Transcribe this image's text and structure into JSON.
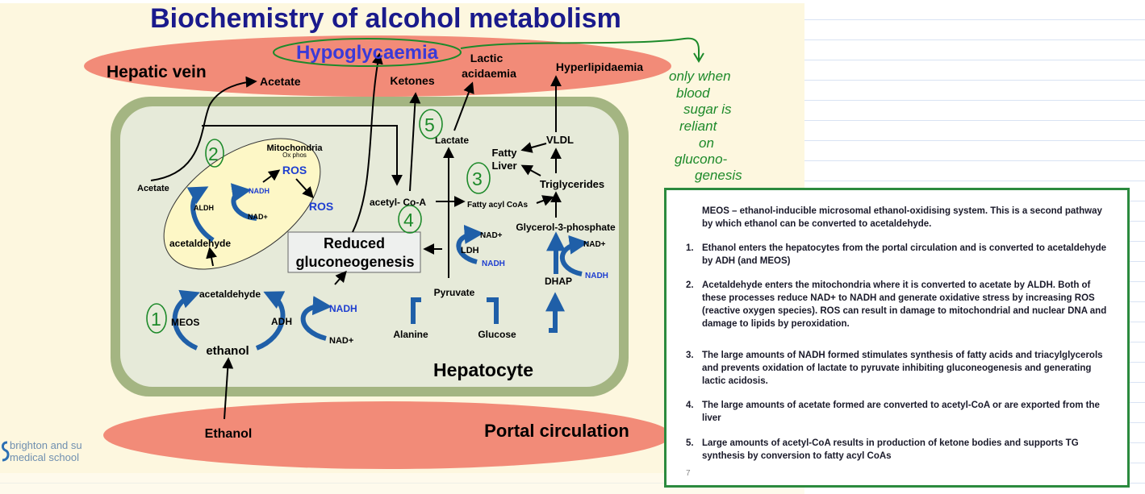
{
  "slide": {
    "title": "Biochemistry of alcohol metabolism",
    "labels": {
      "hepatic_vein": "Hepatic vein",
      "hypoglycaemia": "Hypoglycaemia",
      "lactic_1": "Lactic",
      "lactic_2": "acidaemia",
      "hyperlipidaemia": "Hyperlipidaemia",
      "acetate_top": "Acetate",
      "ketones": "Ketones",
      "mitochondria": "Mitochondria",
      "ox_phos": "Ox phos",
      "ros_1": "ROS",
      "ros_2": "ROS",
      "nadh_mito": "NADH",
      "nad_mito": "NAD+",
      "aldh": "ALDH",
      "acetate_left": "Acetate",
      "acetaldehyde_mito": "acetaldehyde",
      "acetyl_coa": "acetyl- Co-A",
      "fatty_acyl_coas": "Fatty acyl CoAs",
      "lactate": "Lactate",
      "fatty_liver_1": "Fatty",
      "fatty_liver_2": "Liver",
      "vldl": "VLDL",
      "triglycerides": "Triglycerides",
      "glycerol_3p": "Glycerol-3-phosphate",
      "reduced_1": "Reduced",
      "reduced_2": "gluconeogenesis",
      "nad_ldh": "NAD+",
      "ldh": "LDH",
      "nadh_ldh": "NADH",
      "nad_dhap": "NAD+",
      "nadh_dhap": "NADH",
      "dhap": "DHAP",
      "pyruvate": "Pyruvate",
      "alanine": "Alanine",
      "glucose": "Glucose",
      "acetaldehyde_cyt": "acetaldehyde",
      "meos": "MEOS",
      "adh": "ADH",
      "nadh_adh": "NADH",
      "nad_adh": "NAD+",
      "ethanol_cell": "ethanol",
      "hepatocyte": "Hepatocyte",
      "ethanol_portal": "Ethanol",
      "portal_circulation": "Portal circulation"
    },
    "handwriting": {
      "n1": "1",
      "n2": "2",
      "n3": "3",
      "n4": "4",
      "n5": "5",
      "note": [
        "only when",
        "blood",
        "sugar is",
        "reliant",
        "on",
        "glucono-",
        "genesis"
      ]
    },
    "logo": {
      "line1": "brighton and su",
      "line2": "medical school"
    },
    "slide_number": "7"
  },
  "notes": {
    "intro": "MEOS – ethanol-inducible microsomal ethanol-oxidising system. This is a second pathway by which ethanol can be converted to acetaldehyde.",
    "items": [
      {
        "num": "1.",
        "text": "Ethanol enters the hepatocytes from the portal circulation and is converted to acetaldehyde by ADH (and MEOS)"
      },
      {
        "num": "2.",
        "text": "Acetaldehyde enters the mitochondria where it is converted to acetate by ALDH. Both of these processes reduce NAD+ to NADH and generate oxidative stress by increasing ROS (reactive oxygen species). ROS can result in damage to mitochondrial and nuclear DNA and damage to lipids by peroxidation."
      },
      {
        "num": "3.",
        "text": "The large amounts of NADH formed stimulates synthesis of fatty acids and triacylglycerols and prevents oxidation of lactate to pyruvate inhibiting gluconeogenesis and generating lactic acidosis."
      },
      {
        "num": "4.",
        "text": "The large amounts of acetate formed are converted to acetyl-CoA or are exported from the liver"
      },
      {
        "num": "5.",
        "text": "Large amounts of acetyl-CoA results in production of ketone bodies and supports TG synthesis by conversion to fatty acyl CoAs"
      }
    ]
  },
  "colors": {
    "title": "#1a1a8c",
    "blood": "#f28b78",
    "cell_border": "#a4b582",
    "cell_fill": "#e6ead9",
    "mito_fill": "#fdf7c6",
    "arrow_blue": "#1f5fa8",
    "label_blue": "#1f3fd0",
    "hand_green": "#1d8a2a"
  }
}
